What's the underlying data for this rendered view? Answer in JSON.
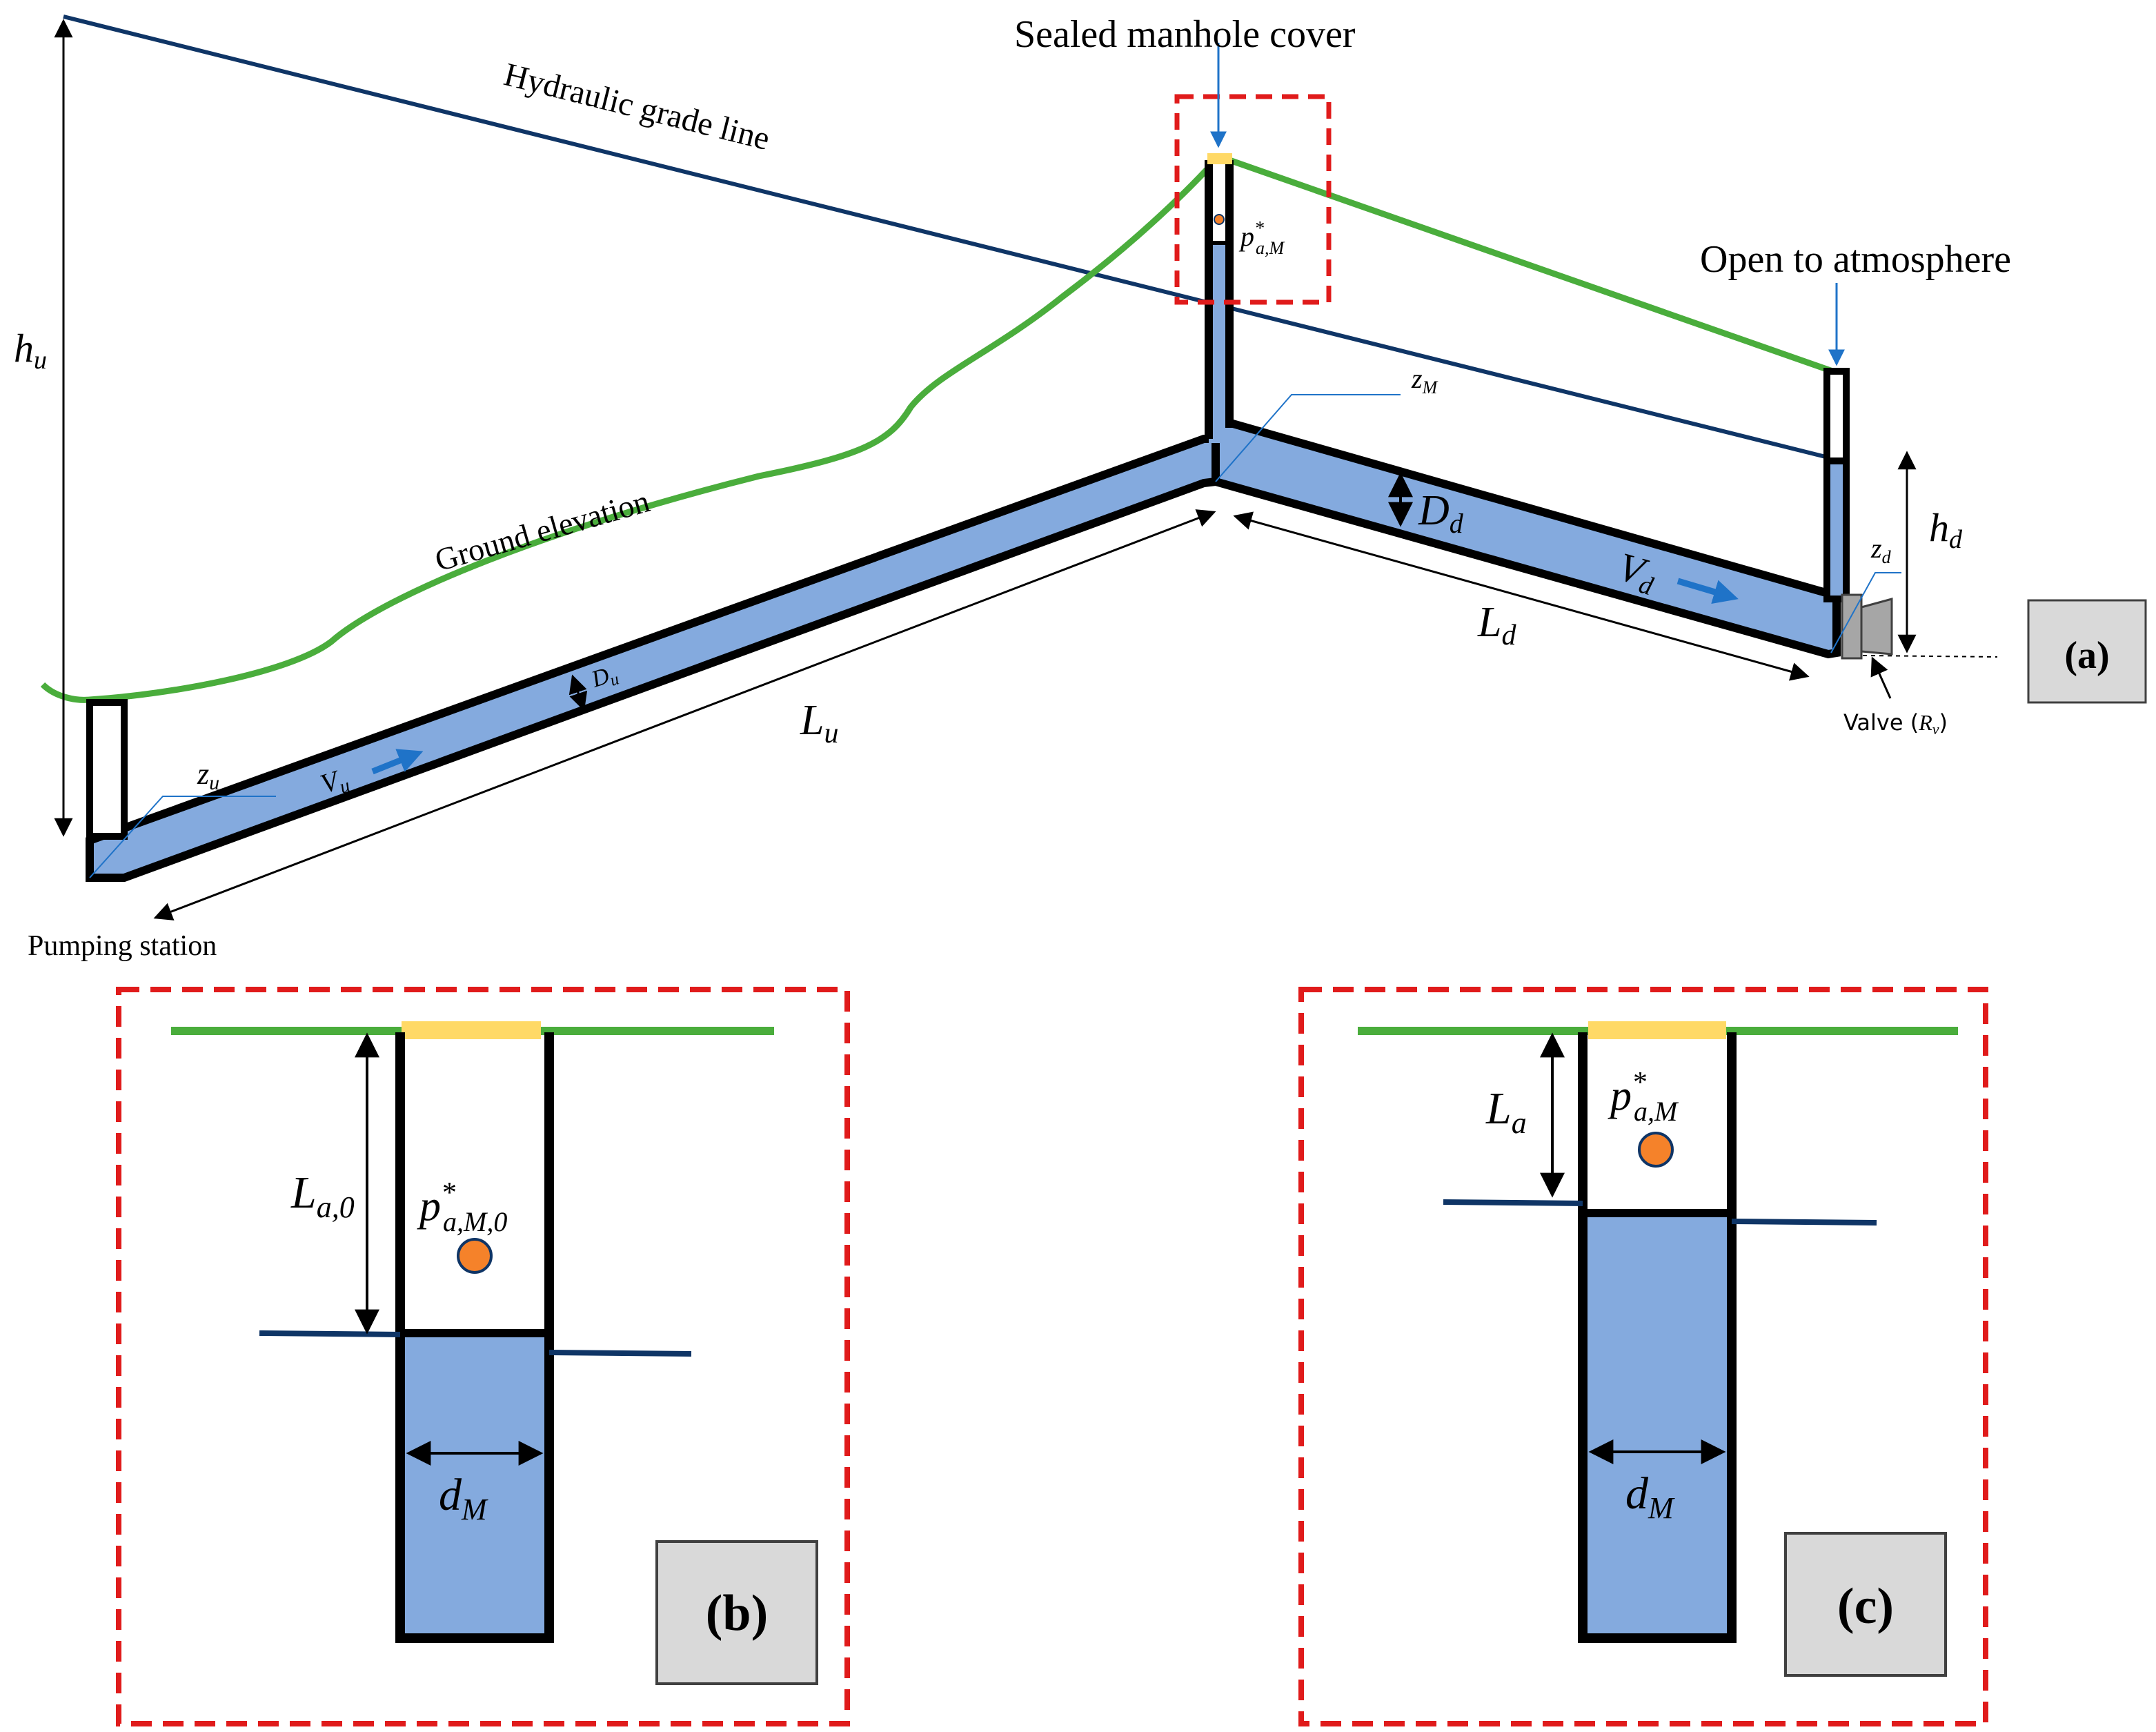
{
  "labels": {
    "sealed_manhole_cover": "Sealed manhole cover",
    "hydraulic_grade_line": "Hydraulic grade line",
    "open_to_atmosphere": "Open to atmosphere",
    "ground_elevation": "Ground elevation",
    "pumping_station": "Pumping station",
    "valve": "Valve (",
    "valve_symbol": "R",
    "valve_sub": "v",
    "valve_close": ")"
  },
  "symbols": {
    "h_u": {
      "main": "h",
      "sub": "u"
    },
    "h_d": {
      "main": "h",
      "sub": "d"
    },
    "z_u": {
      "main": "z",
      "sub": "u"
    },
    "z_M": {
      "main": "z",
      "sub": "M"
    },
    "z_d": {
      "main": "z",
      "sub": "d"
    },
    "D_u": {
      "main": "D",
      "sub": "u"
    },
    "D_d": {
      "main": "D",
      "sub": "d"
    },
    "V_u": {
      "main": "V",
      "sub": "u"
    },
    "V_d": {
      "main": "V",
      "sub": "d"
    },
    "L_u": {
      "main": "L",
      "sub": "u"
    },
    "L_d": {
      "main": "L",
      "sub": "d"
    },
    "p_aM": {
      "main": "p",
      "sup": "*",
      "sub": "a,M"
    },
    "p_aM0": {
      "main": "p",
      "sup": "*",
      "sub": "a,M,0"
    },
    "L_a0": {
      "main": "L",
      "sub": "a,0"
    },
    "L_a": {
      "main": "L",
      "sub": "a"
    },
    "d_M_b": {
      "main": "d",
      "sub": "M"
    },
    "d_M_c": {
      "main": "d",
      "sub": "M"
    }
  },
  "panels": {
    "a": "(a)",
    "b": "(b)",
    "c": "(c)"
  },
  "colors": {
    "pipe_fill": "#84aade",
    "pipe_outline": "#000000",
    "ground": "#4aad3c",
    "hgl": "#0f3566",
    "cover": "#ffd966",
    "dashed_box": "#e01b1b",
    "air_dot": "#f5822a",
    "panel_label_bg": "#d9d9d9",
    "flow_arrow": "#1f73c8"
  }
}
